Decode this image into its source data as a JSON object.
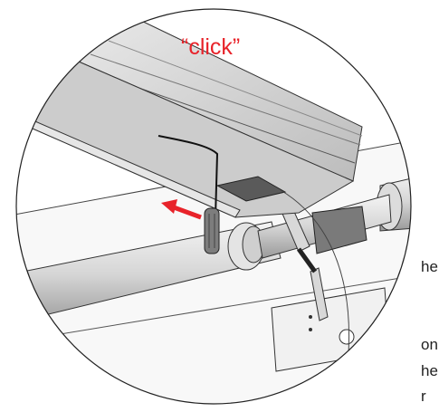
{
  "callout": {
    "text": "“click”",
    "color": "#e8232a"
  },
  "side_text": [
    {
      "text": "he"
    },
    {
      "text": "on"
    },
    {
      "text": "he"
    },
    {
      "text": "r"
    }
  ],
  "colors": {
    "arrow": "#e8232a",
    "line": "#222222",
    "panel_gray": "#c9c9c9",
    "panel_dark": "#5a5a5a"
  },
  "icons": [
    "direction-arrow-icon"
  ]
}
